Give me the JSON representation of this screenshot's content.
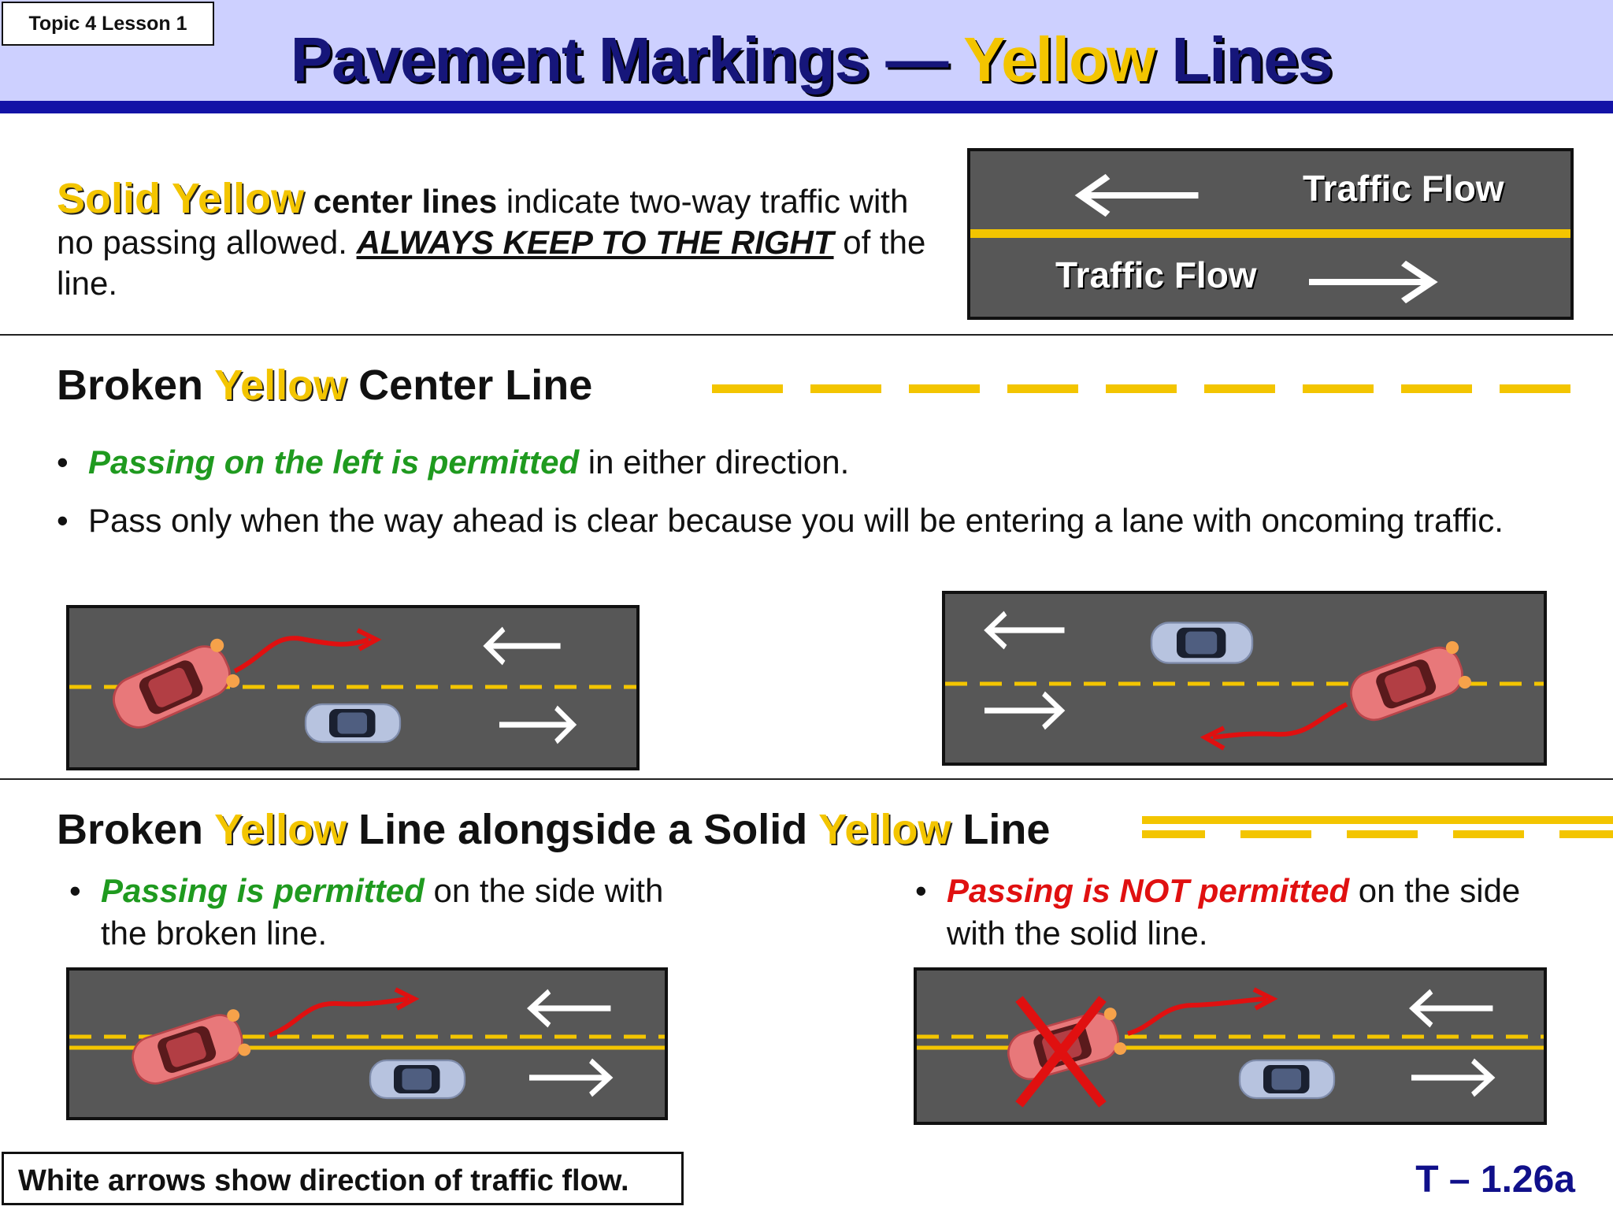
{
  "header": {
    "topic_label": "Topic 4 Lesson 1",
    "title_prefix": "Pavement Markings —",
    "title_highlight": "Yellow",
    "title_suffix": "Lines"
  },
  "solid_section": {
    "lead_highlight": "Solid Yellow",
    "lead_bold": "center lines",
    "text_1": "indicate two-way traffic with no passing allowed.",
    "emphasis": "ALWAYS KEEP TO THE RIGHT",
    "text_2": "of the line."
  },
  "traffic_flow_diagram": {
    "top_label": "Traffic Flow",
    "bottom_label": "Traffic Flow"
  },
  "broken_section": {
    "heading_1": "Broken",
    "heading_highlight": "Yellow",
    "heading_2": "Center Line",
    "bullet_1_green": "Passing on the left is permitted",
    "bullet_1_rest": "in either direction.",
    "bullet_2": "Pass only when the way ahead is clear because you will be entering a lane with oncoming traffic."
  },
  "combo_section": {
    "heading_1": "Broken",
    "heading_highlight_1": "Yellow",
    "heading_2": "Line alongside a Solid",
    "heading_highlight_2": "Yellow",
    "heading_3": "Line",
    "left_bullet_green": "Passing is permitted",
    "left_bullet_rest": "on the side with the broken line.",
    "right_bullet_red": "Passing is NOT permitted",
    "right_bullet_rest": "on the side with the solid line."
  },
  "footer": {
    "note": "White arrows show direction of traffic flow.",
    "slide_number": "T – 1.26a"
  },
  "colors": {
    "header_band": "#cdd0ff",
    "header_rule": "#1313a6",
    "title": "#16167a",
    "yellow": "#f3c500",
    "green": "#1f9a1f",
    "red": "#e01010",
    "road": "#575757"
  },
  "icons": [
    "arrow-left-icon",
    "arrow-right-icon",
    "red-car-icon",
    "blue-car-icon",
    "red-x-icon",
    "passing-path-arrow-icon"
  ]
}
